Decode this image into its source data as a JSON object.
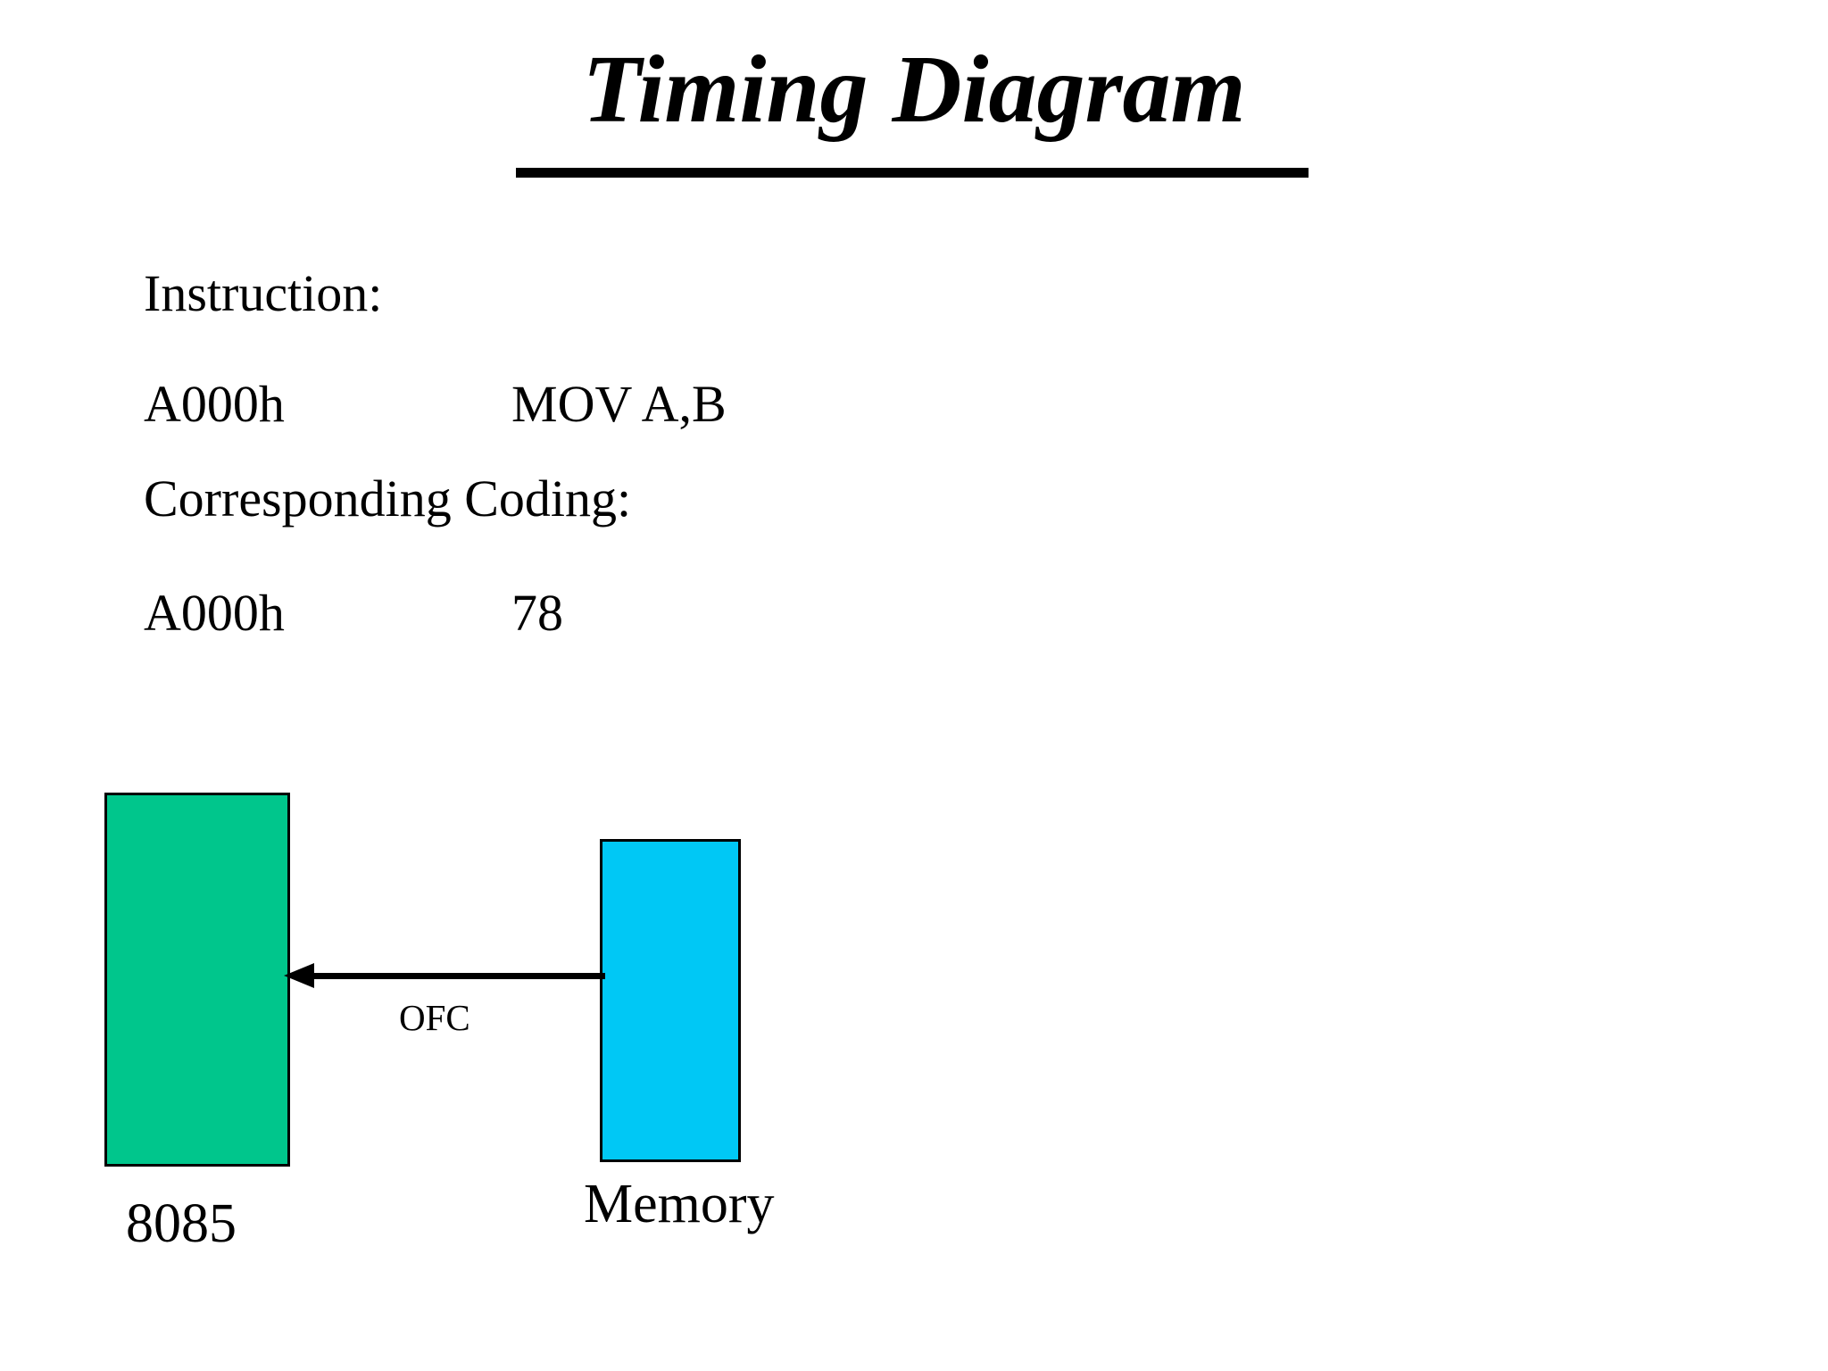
{
  "slide": {
    "title": "Timing Diagram",
    "title_underlined": true,
    "background_color": "#ffffff",
    "text_color": "#000000"
  },
  "body": {
    "instruction_heading": "Instruction:",
    "instruction_row": {
      "address": "A000h",
      "mnemonic": "MOV A,B"
    },
    "coding_heading": "Corresponding Coding:",
    "coding_row": {
      "address": "A000h",
      "opcode": "78"
    }
  },
  "diagram": {
    "type": "block-diagram",
    "cpu_block": {
      "label": "8085",
      "fill_color": "#00C68C",
      "border_color": "#000000"
    },
    "memory_block": {
      "label": "Memory",
      "fill_color": "#00C8F5",
      "border_color": "#000000"
    },
    "connection": {
      "label": "OFC",
      "direction": "memory-to-cpu",
      "arrow_color": "#000000"
    }
  }
}
